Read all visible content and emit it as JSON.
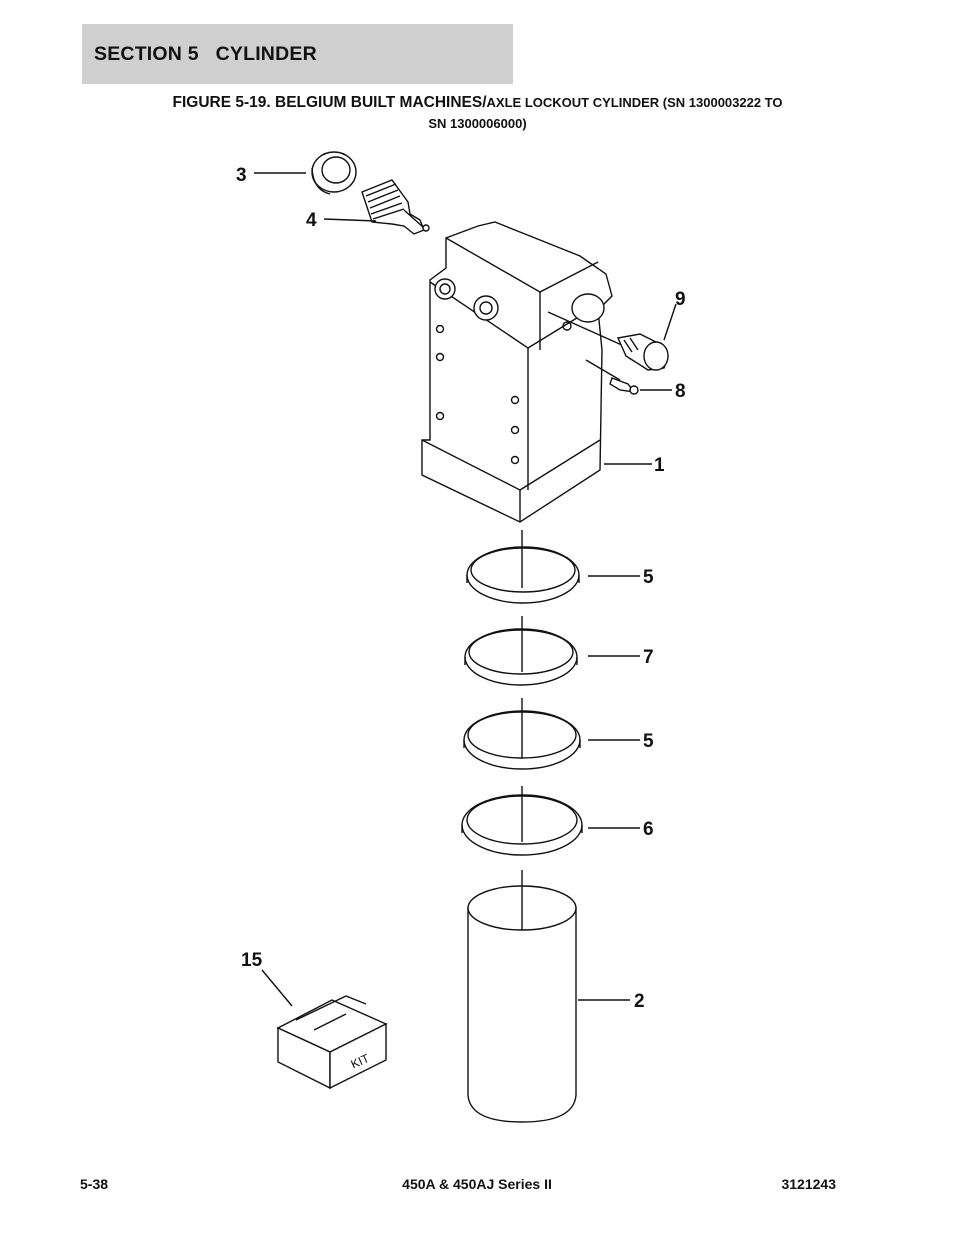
{
  "header": {
    "section_title": "SECTION 5   CYLINDER"
  },
  "figure": {
    "title_main": "FIGURE 5-19. BELGIUM BUILT MACHINES/",
    "title_sub": "AXLE LOCKOUT CYLINDER (SN 1300003222 TO",
    "title_line2": "SN 1300006000)"
  },
  "callouts": {
    "c3": "3",
    "c4": "4",
    "c9": "9",
    "c8": "8",
    "c1": "1",
    "c5a": "5",
    "c7": "7",
    "c5b": "5",
    "c6": "6",
    "c15": "15",
    "c2": "2"
  },
  "kit_label": "KIT",
  "footer": {
    "page": "5-38",
    "model": "450A & 450AJ Series II",
    "doc_number": "3121243"
  }
}
